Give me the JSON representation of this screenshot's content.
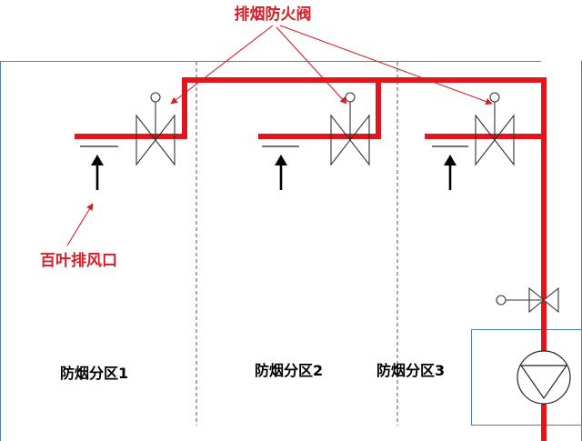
{
  "labels": {
    "damper_callout": "排烟防火阀",
    "louver_callout": "百叶排风口",
    "zone1": "防烟分区1",
    "zone2": "防烟分区2",
    "zone3": "防烟分区3"
  },
  "colors": {
    "duct": "#e3141c",
    "callout_text": "#d61f26",
    "zone_border": "#4f7fb5",
    "symbol": "#222222"
  },
  "icons": {
    "damper": "fire-smoke-damper-valve-icon",
    "louver": "louver-exhaust-outlet-icon",
    "fan": "exhaust-fan-icon",
    "airflow": "up-arrow-icon"
  }
}
